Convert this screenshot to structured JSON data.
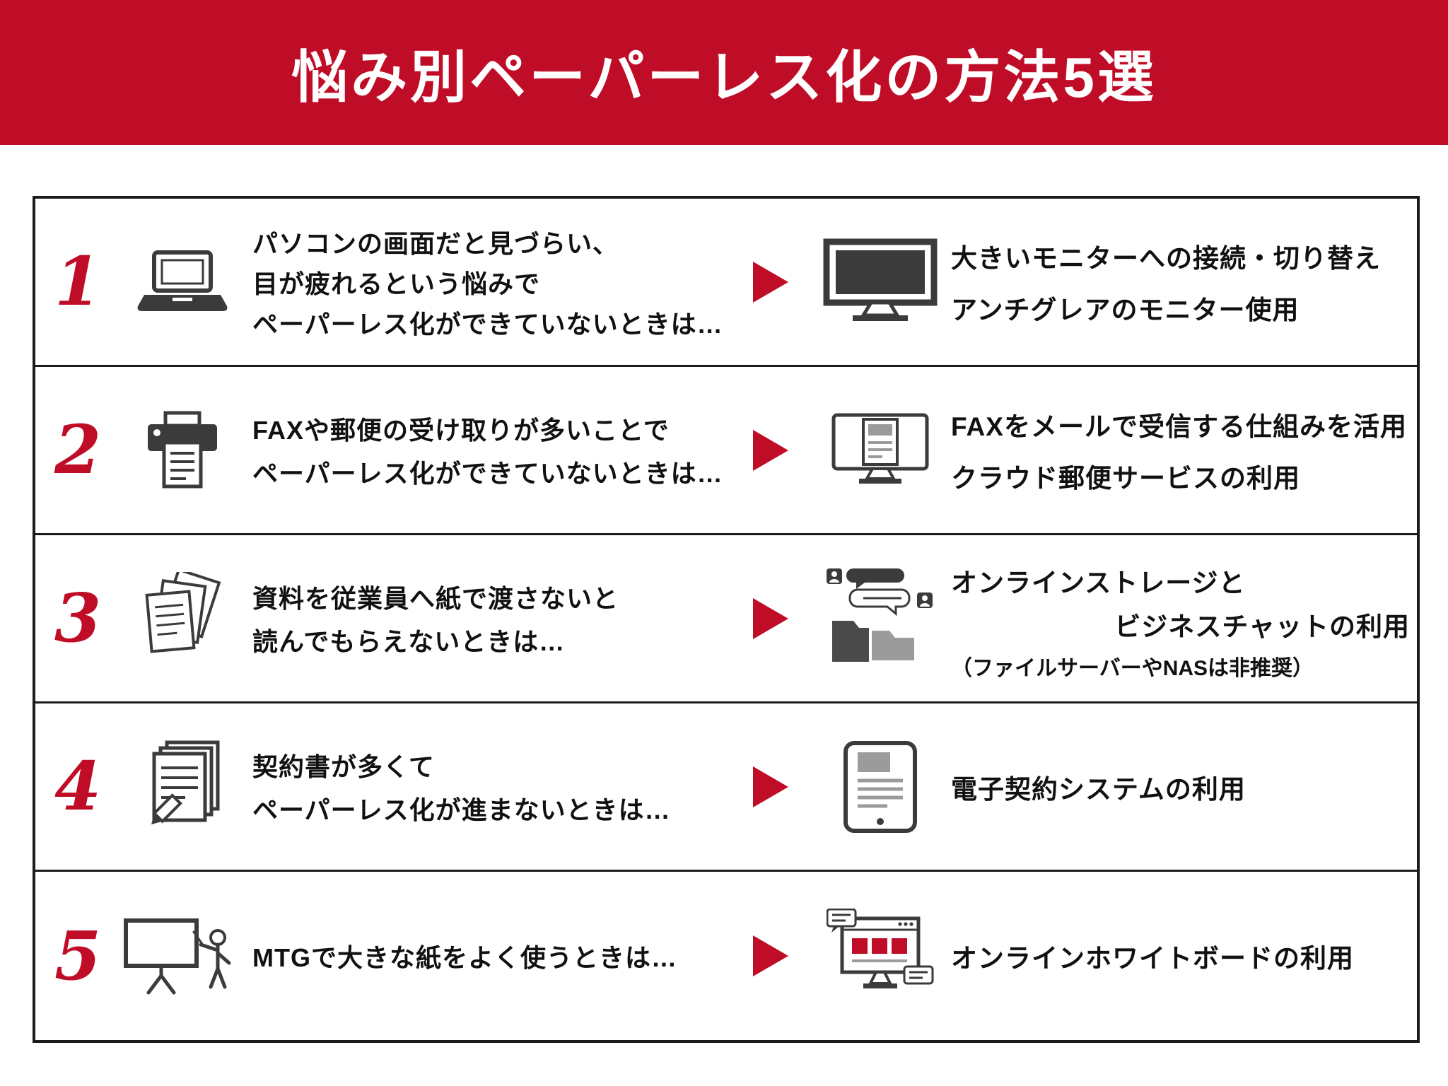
{
  "header": {
    "title": "悩み別ペーパーレス化の方法5選"
  },
  "colors": {
    "accent": "#bf0d28",
    "icon": "#3b3b3b",
    "icon_gray": "#9b9b9b",
    "border": "#1b1b1b",
    "text": "#111111"
  },
  "rows": [
    {
      "number": "1",
      "problem_icon": "laptop-icon",
      "problem_lines": [
        "パソコンの画面だと見づらい、",
        "目が疲れるという悩みで",
        "ペーパーレス化ができていないときは…"
      ],
      "solution_icon": "desktop-monitor-icon",
      "solution_lines": [
        "大きいモニターへの接続・切り替え",
        "アンチグレアのモニター使用"
      ]
    },
    {
      "number": "2",
      "problem_icon": "fax-printer-icon",
      "problem_lines": [
        "FAXや郵便の受け取りが多いことで",
        "ペーパーレス化ができていないときは…"
      ],
      "solution_icon": "monitor-document-icon",
      "solution_lines": [
        "FAXをメールで受信する仕組みを活用",
        "クラウド郵便サービスの利用"
      ]
    },
    {
      "number": "3",
      "problem_icon": "paper-stack-icon",
      "problem_lines": [
        "資料を従業員へ紙で渡さないと",
        "読んでもらえないときは…"
      ],
      "solution_icon": "chat-folders-icon",
      "solution_lines": [
        "オンラインストレージと",
        "ビジネスチャットの利用"
      ],
      "solution_note": "（ファイルサーバーやNASは非推奨）"
    },
    {
      "number": "4",
      "problem_icon": "contract-pencil-icon",
      "problem_lines": [
        "契約書が多くて",
        "ペーパーレス化が進まないときは…"
      ],
      "solution_icon": "tablet-contract-icon",
      "solution_lines": [
        "電子契約システムの利用"
      ]
    },
    {
      "number": "5",
      "problem_icon": "whiteboard-presenter-icon",
      "problem_lines": [
        "MTGで大きな紙をよく使うときは…"
      ],
      "solution_icon": "online-whiteboard-icon",
      "solution_lines": [
        "オンラインホワイトボードの利用"
      ]
    }
  ]
}
